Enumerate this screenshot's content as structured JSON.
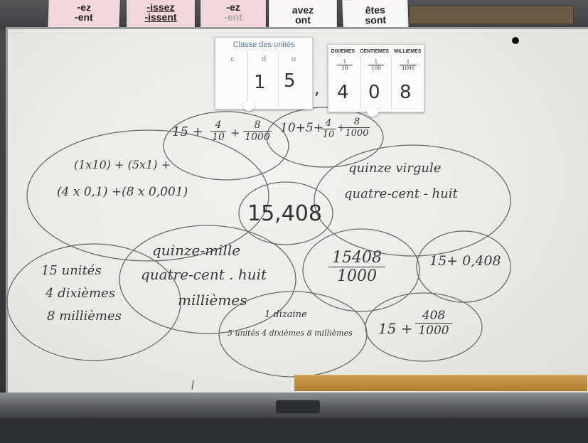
{
  "cards": [
    {
      "line1": "-ez",
      "line2": "-ent"
    },
    {
      "line1": "-issez",
      "line2": "-issent"
    },
    {
      "line1": "-ez",
      "line2": "-ent"
    },
    {
      "line1": "avez",
      "line2": "ont"
    },
    {
      "line1": "êtes",
      "line2": "sont"
    }
  ],
  "units_table": {
    "title": "Classe des unités",
    "columns": [
      "c",
      "d",
      "u"
    ],
    "digits": [
      "",
      "1",
      "5"
    ]
  },
  "decimal_table": {
    "headers": [
      "DIXIEMES",
      "CENTIEMES",
      "MILLIEMES"
    ],
    "fractions": [
      {
        "num": "1",
        "den": "10"
      },
      {
        "num": "1",
        "den": "100"
      },
      {
        "num": "1",
        "den": "1000"
      }
    ],
    "digits": [
      "4",
      "0",
      "8"
    ]
  },
  "center_number": "15,408",
  "bubbles": {
    "top_left": {
      "prefix": "15 +",
      "f1_num": "4",
      "f1_den": "10",
      "plus": "+",
      "f2_num": "8",
      "f2_den": "1000"
    },
    "top_right": {
      "prefix": "10+5+",
      "f1_num": "4",
      "f1_den": "10",
      "plus": "+",
      "f2_num": "8",
      "f2_den": "1000"
    },
    "left_expansion": {
      "line1": "(1x10) + (5x1) +",
      "line2": "(4 x 0,1) +(8 x 0,001)"
    },
    "right_words": {
      "line1": "quinze virgule",
      "line2": "quatre-cent - huit"
    },
    "middle_words": {
      "line1": "quinze-mille",
      "line2": "quatre-cent . huit",
      "line3": "millièmes"
    },
    "left_units": {
      "line1": "15 unités",
      "line2": "4 dixièmes",
      "line3": "8 millièmes"
    },
    "fraction_15408": {
      "num": "15408",
      "den": "1000"
    },
    "sum_0408": {
      "text": "15+ 0,408"
    },
    "bottom_units": {
      "line1": "1 dizaine",
      "line2": "5 unités  4 dixièmes  8 millièmes"
    },
    "fraction_408": {
      "prefix": "15 +",
      "num": "408",
      "den": "1000"
    }
  },
  "colors": {
    "board": "#ececea",
    "ink": "#3a3a3c",
    "ruler": "#c08d3e",
    "cork": "#6b5a45"
  }
}
